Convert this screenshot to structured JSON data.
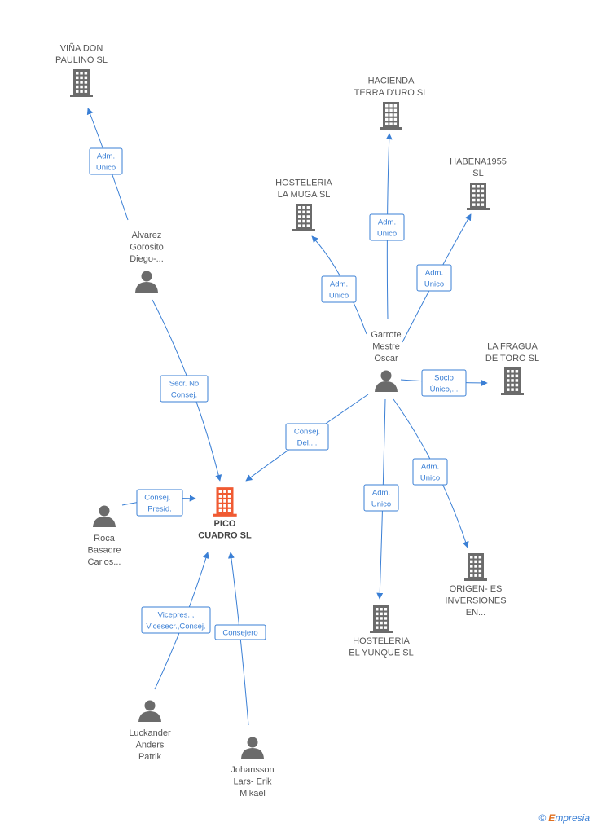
{
  "nodes": [
    {
      "id": "pico",
      "type": "company",
      "main": true,
      "lines": [
        "PICO",
        "CUADRO SL"
      ]
    },
    {
      "id": "vina",
      "type": "company",
      "lines": [
        "VIÑA DON",
        "PAULINO  SL"
      ]
    },
    {
      "id": "hacienda",
      "type": "company",
      "lines": [
        "HACIENDA",
        "TERRA D'URO SL"
      ]
    },
    {
      "id": "habena",
      "type": "company",
      "lines": [
        "HABENA1955",
        "SL"
      ]
    },
    {
      "id": "muga",
      "type": "company",
      "lines": [
        "HOSTELERIA",
        "LA MUGA SL"
      ]
    },
    {
      "id": "fragua",
      "type": "company",
      "lines": [
        "LA FRAGUA",
        "DE TORO SL"
      ]
    },
    {
      "id": "origen",
      "type": "company",
      "lines": [
        "ORIGEN- ES",
        "INVERSIONES",
        "EN..."
      ]
    },
    {
      "id": "yunque",
      "type": "company",
      "lines": [
        "HOSTELERIA",
        "EL YUNQUE  SL"
      ]
    },
    {
      "id": "alvarez",
      "type": "person",
      "lines": [
        "Alvarez",
        "Gorosito",
        "Diego-..."
      ]
    },
    {
      "id": "garrote",
      "type": "person",
      "lines": [
        "Garrote",
        "Mestre",
        "Oscar"
      ]
    },
    {
      "id": "roca",
      "type": "person",
      "lines": [
        "Roca",
        "Basadre",
        "Carlos..."
      ]
    },
    {
      "id": "luckander",
      "type": "person",
      "lines": [
        "Luckander",
        "Anders",
        "Patrik"
      ]
    },
    {
      "id": "johansson",
      "type": "person",
      "lines": [
        "Johansson",
        "Lars- Erik",
        "Mikael"
      ]
    }
  ],
  "edges": [
    {
      "from": "alvarez",
      "to": "vina",
      "label": [
        "Adm.",
        "Unico"
      ]
    },
    {
      "from": "alvarez",
      "to": "pico",
      "label": [
        "Secr.  No",
        "Consej."
      ]
    },
    {
      "from": "garrote",
      "to": "muga",
      "label": [
        "Adm.",
        "Unico"
      ]
    },
    {
      "from": "garrote",
      "to": "hacienda",
      "label": [
        "Adm.",
        "Unico"
      ]
    },
    {
      "from": "garrote",
      "to": "habena",
      "label": [
        "Adm.",
        "Unico"
      ]
    },
    {
      "from": "garrote",
      "to": "fragua",
      "label": [
        "Socio",
        "Único,..."
      ]
    },
    {
      "from": "garrote",
      "to": "pico",
      "label": [
        "Consej.",
        "Del...."
      ]
    },
    {
      "from": "garrote",
      "to": "yunque",
      "label": [
        "Adm.",
        "Unico"
      ]
    },
    {
      "from": "garrote",
      "to": "origen",
      "label": [
        "Adm.",
        "Unico"
      ]
    },
    {
      "from": "roca",
      "to": "pico",
      "label": [
        "Consej. ,",
        "Presid."
      ]
    },
    {
      "from": "luckander",
      "to": "pico",
      "label": [
        "Vicepres. ,",
        "Vicesecr.,Consej."
      ]
    },
    {
      "from": "johansson",
      "to": "pico",
      "label": [
        "Consejero"
      ]
    }
  ],
  "colors": {
    "edge": "#3a7fd5",
    "company_icon": "#6b6b6b",
    "main_icon": "#f05a32",
    "person_icon": "#6b6b6b"
  },
  "footer": {
    "copyright": "©",
    "brand_initial": "E",
    "brand_rest": "mpresia"
  }
}
